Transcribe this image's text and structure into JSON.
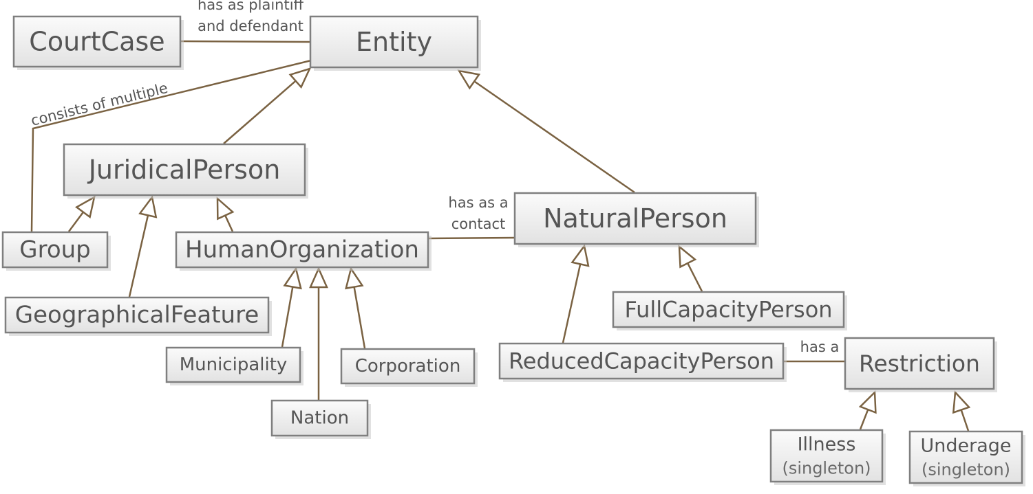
{
  "nodes": [
    {
      "id": "courtcase",
      "label": "CourtCase"
    },
    {
      "id": "entity",
      "label": "Entity"
    },
    {
      "id": "juridicalperson",
      "label": "JuridicalPerson"
    },
    {
      "id": "naturalperson",
      "label": "NaturalPerson"
    },
    {
      "id": "group",
      "label": "Group"
    },
    {
      "id": "humanorganization",
      "label": "HumanOrganization"
    },
    {
      "id": "geographicalfeature",
      "label": "GeographicalFeature"
    },
    {
      "id": "fullcapacityperson",
      "label": "FullCapacityPerson"
    },
    {
      "id": "reducedcapacityperson",
      "label": "ReducedCapacityPerson"
    },
    {
      "id": "restriction",
      "label": "Restriction"
    },
    {
      "id": "municipality",
      "label": "Municipality"
    },
    {
      "id": "corporation",
      "label": "Corporation"
    },
    {
      "id": "nation",
      "label": "Nation"
    },
    {
      "id": "illness",
      "label": "Illness",
      "sublabel": "(singleton)"
    },
    {
      "id": "underage",
      "label": "Underage",
      "sublabel": "(singleton)"
    }
  ],
  "associations": [
    {
      "from": "courtcase",
      "to": "entity",
      "label_lines": [
        "has as plaintiff",
        "and defendant"
      ]
    },
    {
      "from": "group",
      "to": "entity",
      "label_lines": [
        "consists of multiple"
      ]
    },
    {
      "from": "humanorganization",
      "to": "naturalperson",
      "label_lines": [
        "has as a",
        "contact"
      ]
    },
    {
      "from": "reducedcapacityperson",
      "to": "restriction",
      "label_lines": [
        "has a"
      ]
    }
  ],
  "generalizations": [
    {
      "child": "juridicalperson",
      "parent": "entity"
    },
    {
      "child": "naturalperson",
      "parent": "entity"
    },
    {
      "child": "group",
      "parent": "juridicalperson"
    },
    {
      "child": "geographicalfeature",
      "parent": "juridicalperson"
    },
    {
      "child": "humanorganization",
      "parent": "juridicalperson"
    },
    {
      "child": "municipality",
      "parent": "humanorganization"
    },
    {
      "child": "nation",
      "parent": "humanorganization"
    },
    {
      "child": "corporation",
      "parent": "humanorganization"
    },
    {
      "child": "reducedcapacityperson",
      "parent": "naturalperson"
    },
    {
      "child": "fullcapacityperson",
      "parent": "naturalperson"
    },
    {
      "child": "illness",
      "parent": "restriction"
    },
    {
      "child": "underage",
      "parent": "restriction"
    }
  ]
}
